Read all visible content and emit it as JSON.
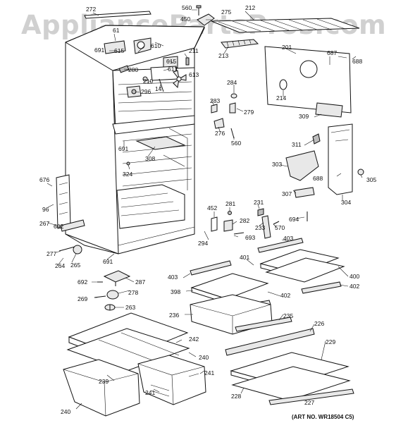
{
  "watermark": "AppliancePartsPros.com",
  "art_no": "(ART NO. WR18504 C5)",
  "part_labels": [
    {
      "id": "272",
      "text": "272"
    },
    {
      "id": "560a",
      "text": "560"
    },
    {
      "id": "450",
      "text": "450"
    },
    {
      "id": "275",
      "text": "275"
    },
    {
      "id": "212",
      "text": "212"
    },
    {
      "id": "61",
      "text": "61"
    },
    {
      "id": "691a",
      "text": "691"
    },
    {
      "id": "615a",
      "text": "615"
    },
    {
      "id": "610",
      "text": "610"
    },
    {
      "id": "211",
      "text": "211"
    },
    {
      "id": "615b",
      "text": "615"
    },
    {
      "id": "280",
      "text": "280"
    },
    {
      "id": "611",
      "text": "611"
    },
    {
      "id": "613",
      "text": "613"
    },
    {
      "id": "210",
      "text": "210"
    },
    {
      "id": "14",
      "text": "14"
    },
    {
      "id": "296",
      "text": "296"
    },
    {
      "id": "213",
      "text": "213"
    },
    {
      "id": "201",
      "text": "201"
    },
    {
      "id": "687",
      "text": "687"
    },
    {
      "id": "688a",
      "text": "688"
    },
    {
      "id": "284",
      "text": "284"
    },
    {
      "id": "214",
      "text": "214"
    },
    {
      "id": "283",
      "text": "283"
    },
    {
      "id": "279",
      "text": "279"
    },
    {
      "id": "309",
      "text": "309"
    },
    {
      "id": "276",
      "text": "276"
    },
    {
      "id": "560b",
      "text": "560"
    },
    {
      "id": "691b",
      "text": "691"
    },
    {
      "id": "308",
      "text": "308"
    },
    {
      "id": "311",
      "text": "311"
    },
    {
      "id": "303",
      "text": "303"
    },
    {
      "id": "324",
      "text": "324"
    },
    {
      "id": "688b",
      "text": "688"
    },
    {
      "id": "305",
      "text": "305"
    },
    {
      "id": "676",
      "text": "676"
    },
    {
      "id": "96",
      "text": "96"
    },
    {
      "id": "307",
      "text": "307"
    },
    {
      "id": "304",
      "text": "304"
    },
    {
      "id": "231",
      "text": "231"
    },
    {
      "id": "281",
      "text": "281"
    },
    {
      "id": "452",
      "text": "452"
    },
    {
      "id": "694",
      "text": "694"
    },
    {
      "id": "570",
      "text": "570"
    },
    {
      "id": "233",
      "text": "233"
    },
    {
      "id": "282",
      "text": "282"
    },
    {
      "id": "267",
      "text": "267"
    },
    {
      "id": "602",
      "text": "602"
    },
    {
      "id": "693",
      "text": "693"
    },
    {
      "id": "403a",
      "text": "403"
    },
    {
      "id": "294",
      "text": "294"
    },
    {
      "id": "277",
      "text": "277"
    },
    {
      "id": "401",
      "text": "401"
    },
    {
      "id": "264",
      "text": "264"
    },
    {
      "id": "265",
      "text": "265"
    },
    {
      "id": "691c",
      "text": "691"
    },
    {
      "id": "403b",
      "text": "403"
    },
    {
      "id": "400",
      "text": "400"
    },
    {
      "id": "692",
      "text": "692"
    },
    {
      "id": "287",
      "text": "287"
    },
    {
      "id": "402a",
      "text": "402"
    },
    {
      "id": "398",
      "text": "398"
    },
    {
      "id": "278",
      "text": "278"
    },
    {
      "id": "402b",
      "text": "402"
    },
    {
      "id": "269",
      "text": "269"
    },
    {
      "id": "263",
      "text": "263"
    },
    {
      "id": "236",
      "text": "236"
    },
    {
      "id": "235",
      "text": "235"
    },
    {
      "id": "226",
      "text": "226"
    },
    {
      "id": "242",
      "text": "242"
    },
    {
      "id": "229",
      "text": "229"
    },
    {
      "id": "240a",
      "text": "240"
    },
    {
      "id": "239",
      "text": "239"
    },
    {
      "id": "241a",
      "text": "241"
    },
    {
      "id": "241b",
      "text": "241"
    },
    {
      "id": "228",
      "text": "228"
    },
    {
      "id": "227",
      "text": "227"
    },
    {
      "id": "240b",
      "text": "240"
    }
  ]
}
